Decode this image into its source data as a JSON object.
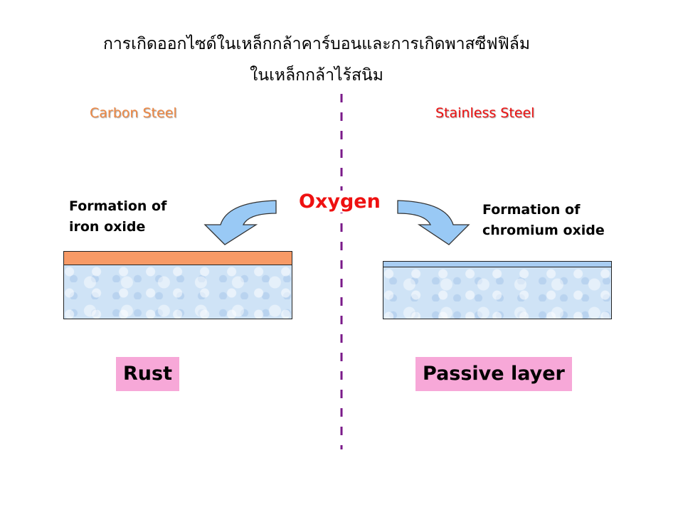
{
  "title": {
    "line1": "การเกิดออกไซด์ในเหล็กกล้าคาร์บอนและการเกิดพาสซีฟฟิล์ม",
    "line2": "ในเหล็กกล้าไร้สนิม"
  },
  "left": {
    "heading": "Carbon Steel",
    "formation_line1": "Formation of",
    "formation_line2": "iron oxide",
    "result": "Rust"
  },
  "center": {
    "label": "Oxygen"
  },
  "right": {
    "heading": "Stainless Steel",
    "formation_line1": "Formation of",
    "formation_line2": "chromium oxide",
    "result": "Passive layer"
  },
  "colors": {
    "carbon_heading": "#ee8844",
    "stainless_heading": "#ee1111",
    "oxygen": "#ee1111",
    "rust_layer": "#f79a66",
    "passive_layer": "#a8cdf2",
    "arrow_fill": "#99c9f5",
    "label_bg": "#f7a8d8",
    "divider": "#7a1a8a"
  },
  "icons": {
    "left_arrow": "curved-arrow-down-left-icon",
    "right_arrow": "curved-arrow-down-right-icon"
  }
}
